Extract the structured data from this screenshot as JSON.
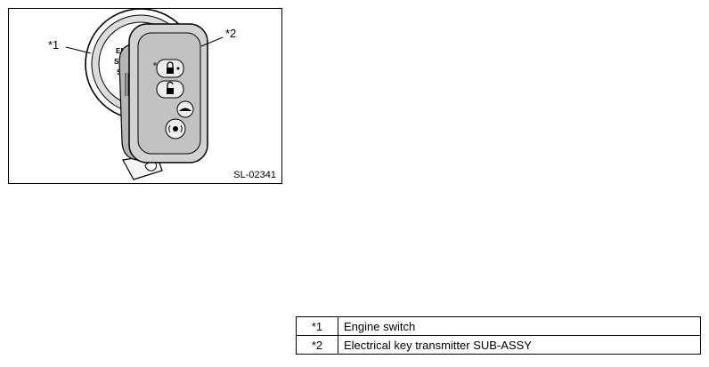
{
  "figure": {
    "callouts": [
      "*1",
      "*2"
    ],
    "figure_id": "SL-02341",
    "switch_text": [
      "EN",
      "ST",
      "S"
    ]
  },
  "legend": {
    "rows": [
      {
        "marker": "*1",
        "description": "Engine switch"
      },
      {
        "marker": "*2",
        "description": "Electrical key transmitter SUB-ASSY"
      }
    ]
  }
}
